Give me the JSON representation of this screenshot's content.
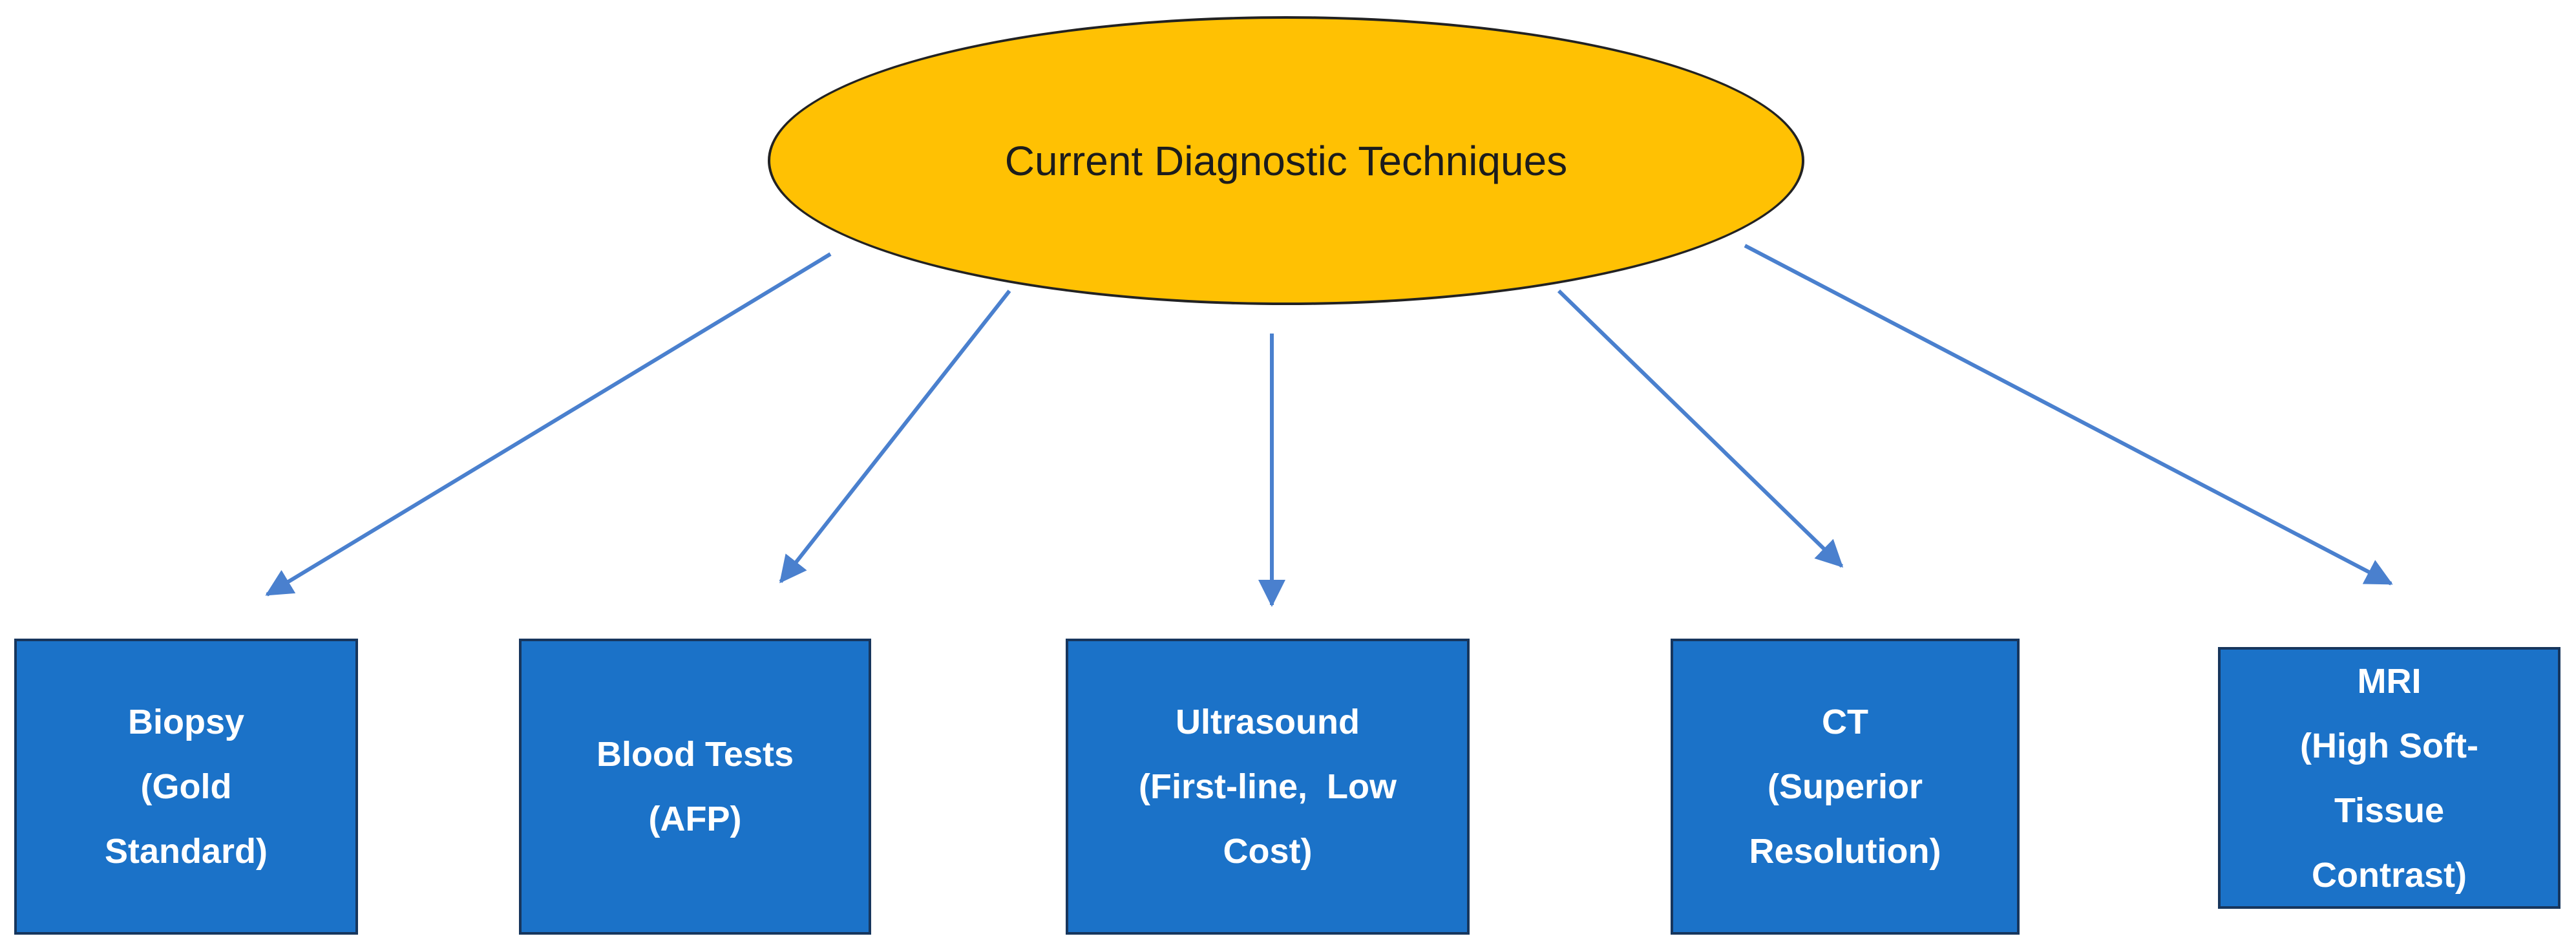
{
  "diagram": {
    "root": {
      "label": "Current Diagnostic Techniques"
    },
    "nodes": [
      {
        "id": "biopsy",
        "lines": [
          "Biopsy",
          "(Gold",
          "Standard)"
        ]
      },
      {
        "id": "blood-tests",
        "lines": [
          "Blood Tests",
          "(AFP)"
        ]
      },
      {
        "id": "ultrasound",
        "lines": [
          "Ultrasound",
          "(First-line,  Low",
          "Cost)"
        ]
      },
      {
        "id": "ct",
        "lines": [
          "CT",
          "(Superior",
          "Resolution)"
        ]
      },
      {
        "id": "mri",
        "lines": [
          "MRI",
          "(High Soft-",
          "Tissue",
          "Contrast)"
        ]
      }
    ],
    "arrows": [
      {
        "from": "root",
        "to": "biopsy"
      },
      {
        "from": "root",
        "to": "blood-tests"
      },
      {
        "from": "root",
        "to": "ultrasound"
      },
      {
        "from": "root",
        "to": "ct"
      },
      {
        "from": "root",
        "to": "mri"
      }
    ]
  },
  "colors": {
    "background": "#FFFFFF",
    "ellipse_fill": "#FFC103",
    "ellipse_border": "#222222",
    "title_text": "#1C1C1C",
    "box_fill": "#1B72C8",
    "box_border": "#17365D",
    "box_text": "#FFFFFF",
    "arrow": "#4A80CE"
  }
}
